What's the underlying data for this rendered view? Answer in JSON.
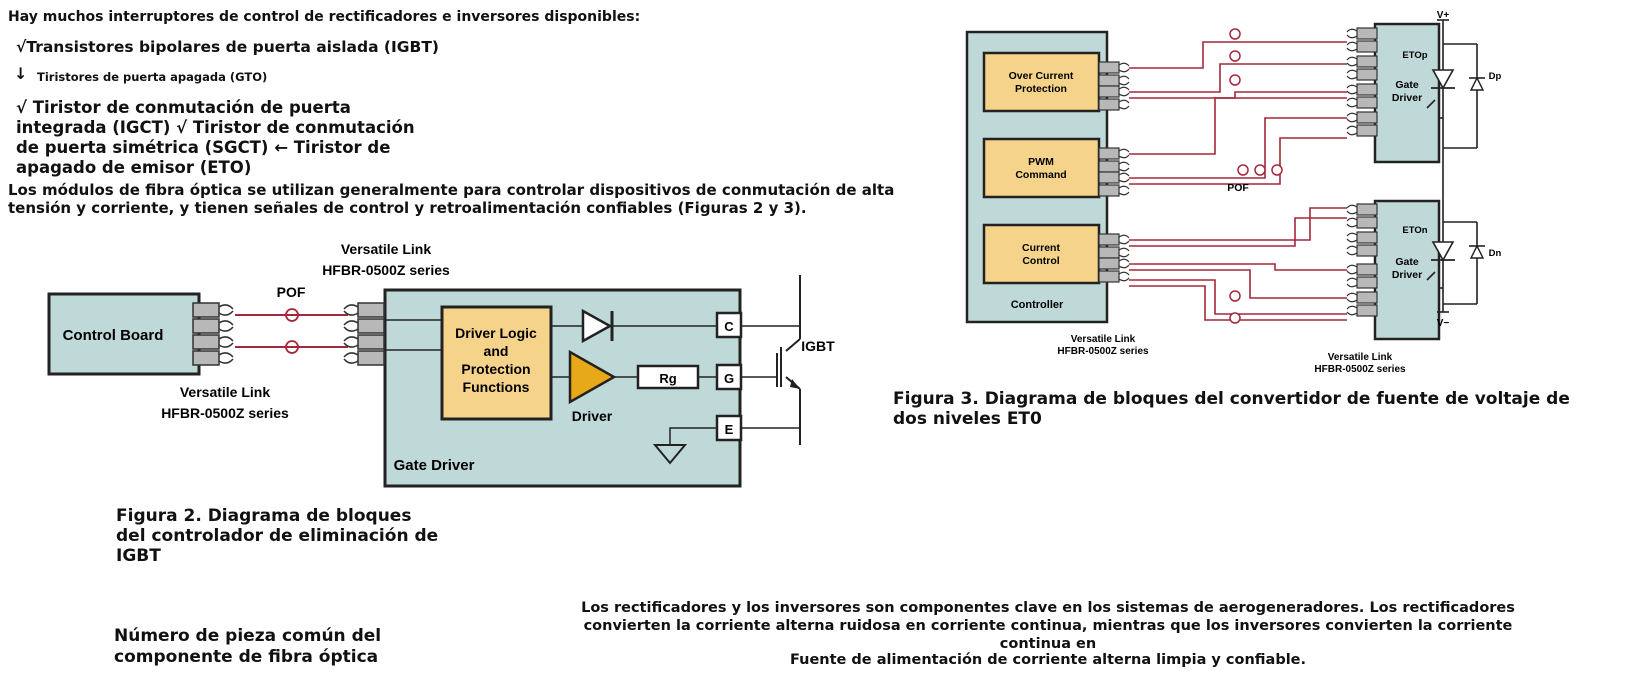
{
  "intro": "Hay muchos interruptores de control de rectificadores e inversores disponibles:",
  "bullets": {
    "b1": "√Transistores bipolares de puerta aislada (IGBT)",
    "b2_arrow": "↓",
    "b2": "Tiristores de puerta apagada (GTO)",
    "b3": "√ Tiristor de conmutación de puerta integrada (IGCT) √ Tiristor de conmutación de puerta simétrica (SGCT) ← Tiristor de apagado de emisor (ETO)"
  },
  "paragraph": "Los módulos de fibra óptica se utilizan generalmente para controlar dispositivos de conmutación de alta tensión y corriente, y tienen señales de control y retroalimentación confiables (Figuras 2 y 3).",
  "fig2": {
    "control_board": "Control Board",
    "pof": "POF",
    "vl_top_1": "Versatile Link",
    "vl_top_2": "HFBR-0500Z series",
    "vl_bot_1": "Versatile Link",
    "vl_bot_2": "HFBR-0500Z series",
    "driver_logic_1": "Driver Logic",
    "driver_logic_2": "and",
    "driver_logic_3": "Protection",
    "driver_logic_4": "Functions",
    "driver": "Driver",
    "rg": "Rg",
    "c": "C",
    "g": "G",
    "e": "E",
    "igbt": "IGBT",
    "gate_driver": "Gate Driver",
    "caption": "Figura 2. Diagrama de bloques del controlador de eliminación de IGBT"
  },
  "fig3": {
    "over_current_1": "Over Current",
    "over_current_2": "Protection",
    "pwm_1": "PWM",
    "pwm_2": "Command",
    "current_1": "Current",
    "current_2": "Control",
    "controller": "Controller",
    "pof": "POF",
    "gate_driver_1": "Gate",
    "gate_driver_2": "Driver",
    "vl_left_1": "Versatile Link",
    "vl_left_2": "HFBR-0500Z series",
    "vl_right_1": "Versatile Link",
    "vl_right_2": "HFBR-0500Z series",
    "vplus": "V+",
    "vminus": "V−",
    "etop": "ETOp",
    "eton": "ETOn",
    "dp": "Dp",
    "dn": "Dn",
    "caption": "Figura 3. Diagrama de bloques del convertidor de fuente de voltaje de dos niveles ET0"
  },
  "part_number": "Número de pieza común del componente de fibra óptica",
  "bottom_text": "Los rectificadores y los inversores son componentes clave en los sistemas de aerogeneradores. Los rectificadores convierten la corriente alterna ruidosa en corriente continua, mientras que los inversores convierten la corriente continua en",
  "bottom_text2": "Fuente de alimentación de corriente alterna limpia y confiable.",
  "colors": {
    "teal": "#bfd8d8",
    "yellow": "#f5d38a",
    "orange": "#e8a919",
    "fiber": "#a3283c",
    "connector": "#b8b8b8"
  }
}
